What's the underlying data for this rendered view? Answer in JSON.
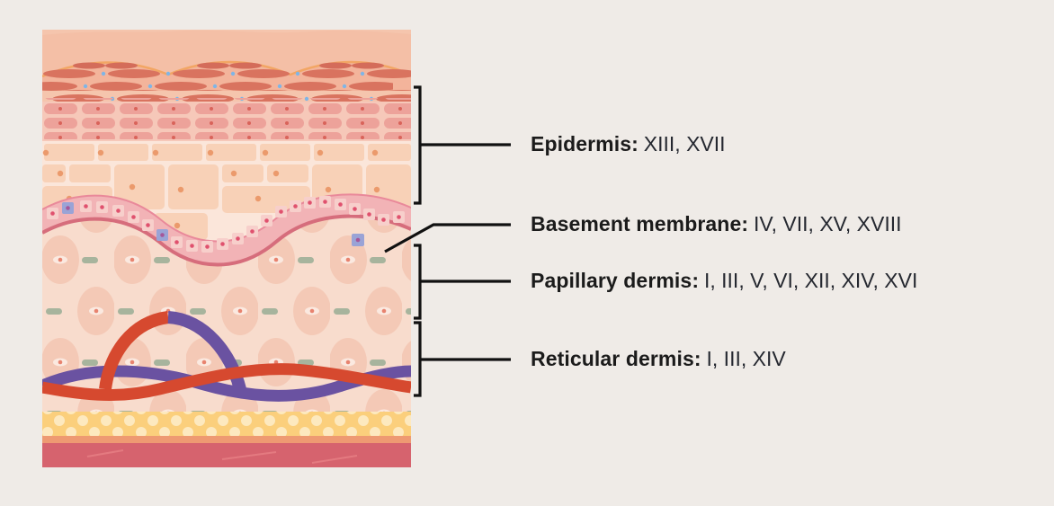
{
  "figure": {
    "subject": "Skin cross-section showing collagen types by layer",
    "background_color": "#efebe7"
  },
  "layers": [
    {
      "id": "epidermis",
      "name": "Epidermis",
      "separator": ":",
      "collagen_types": "XIII, XVII",
      "bracket": "bracket",
      "y_label": 160
    },
    {
      "id": "basement-membrane",
      "name": "Basement membrane",
      "separator": ":",
      "collagen_types": "IV, VII, XV, XVIII",
      "bracket": "pointer",
      "y_label": 248
    },
    {
      "id": "papillary-dermis",
      "name": "Papillary dermis",
      "separator": ":",
      "collagen_types": "I, III, V, VI, XII, XIV, XVI",
      "bracket": "bracket",
      "y_label": 312
    },
    {
      "id": "reticular-dermis",
      "name": "Reticular dermis",
      "separator": ":",
      "collagen_types": "I, III, XIV",
      "bracket": "bracket",
      "y_label": 399
    }
  ],
  "colors": {
    "stratum_corneum": "#f4b9a2",
    "granular_cells": "#d9735f",
    "spinous_cells": "#eea89c",
    "basal_cells": "#f7cfb3",
    "membrane": "#e07c89",
    "membrane_cell_blue": "#9aa3d6",
    "dermis": "#f7d8c9",
    "fiber_green": "#a7b49d",
    "artery": "#d6492f",
    "vein": "#6a52a1",
    "fat": "#fbcf7c",
    "muscle": "#d6636e",
    "leader_line": "#111111",
    "label_text": "#1b1b1b"
  }
}
